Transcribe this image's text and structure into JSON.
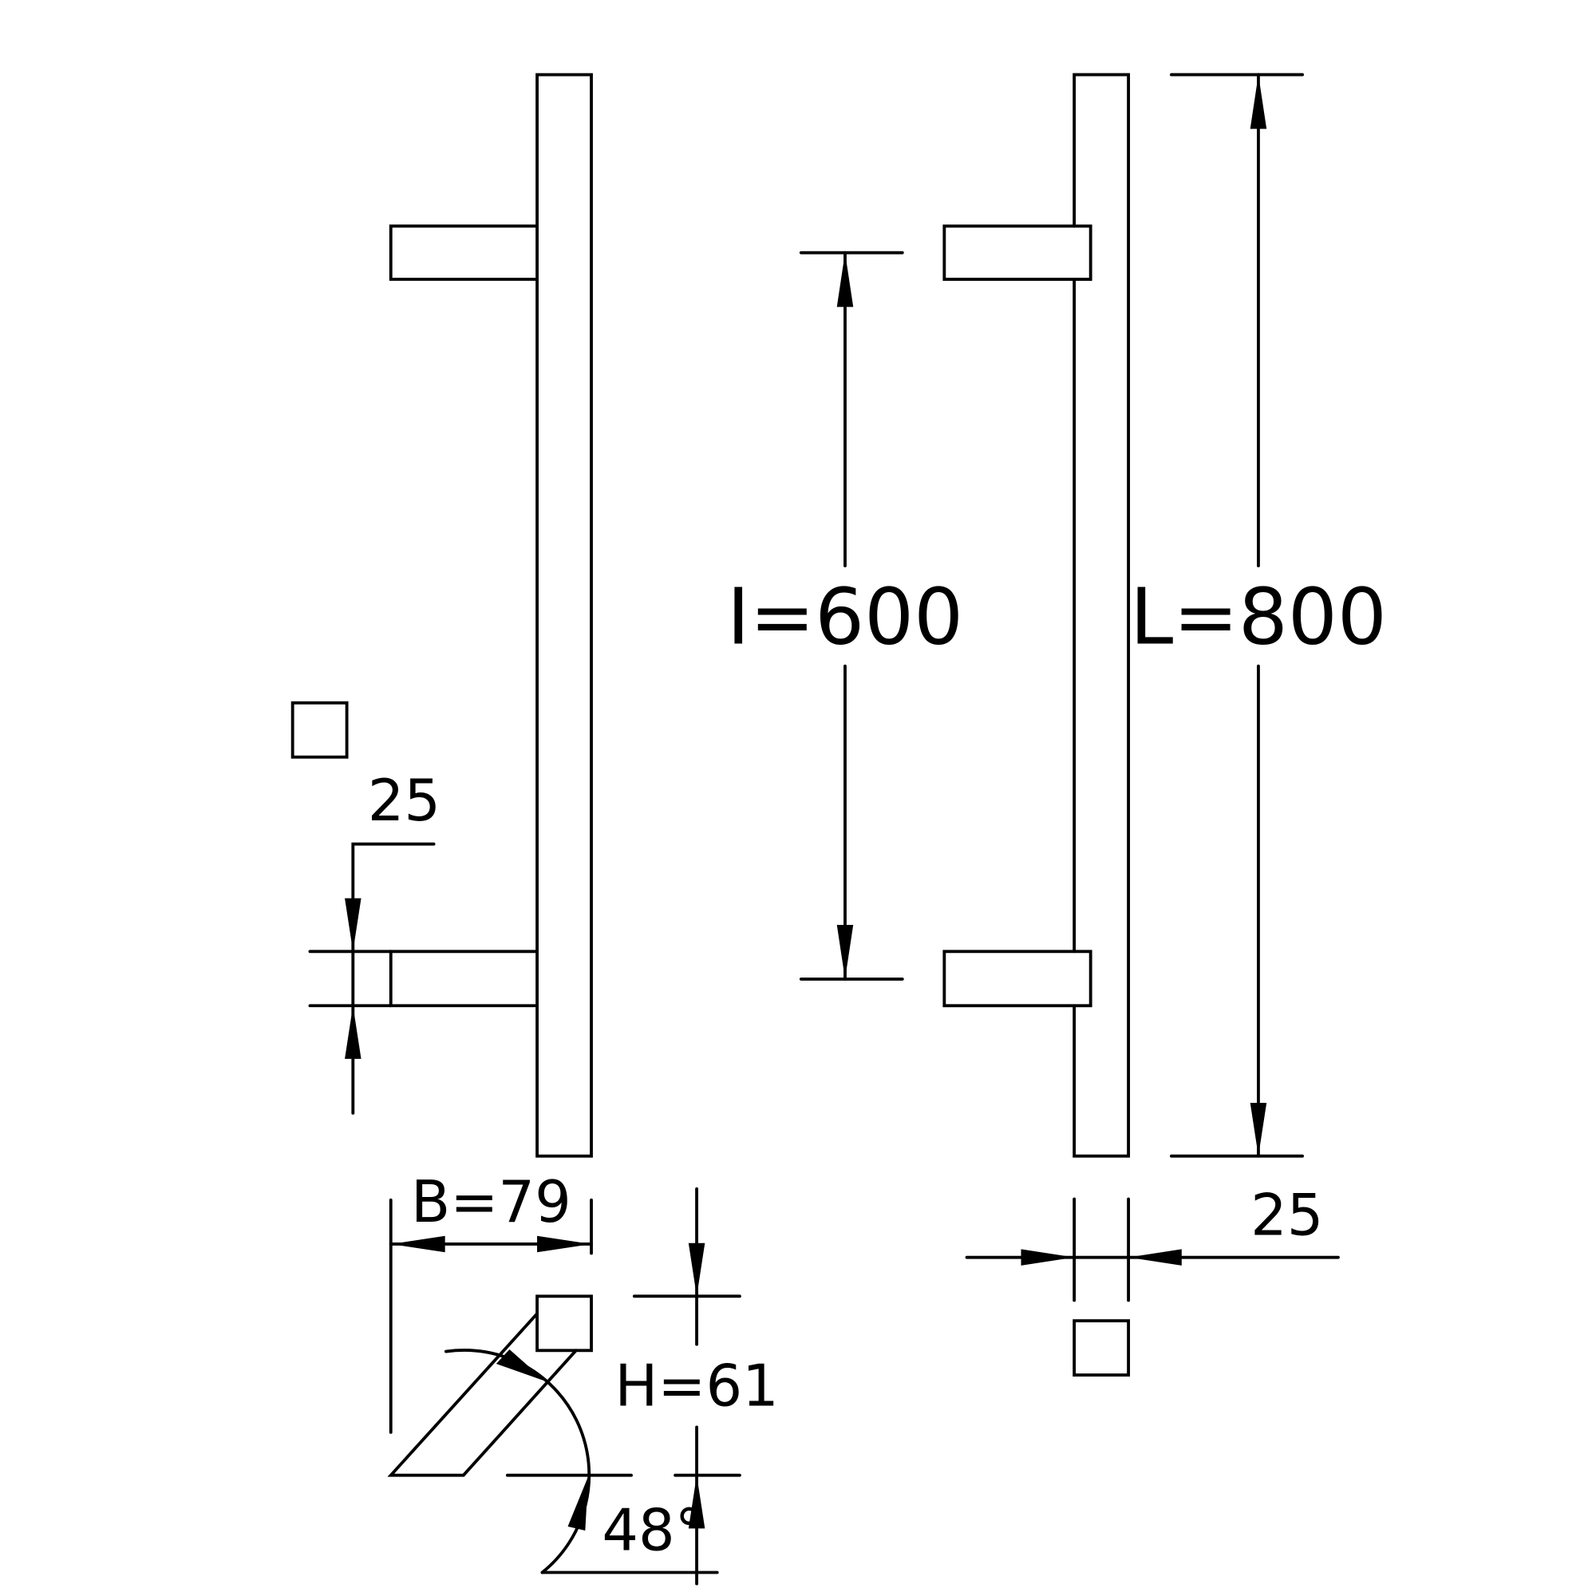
{
  "drawing": {
    "inner_length_label": "I=600",
    "total_length_label": "L=800",
    "leg_section_label": "25",
    "bar_section_label": "25",
    "projection_label": "B=79",
    "height_label": "H=61",
    "angle_label": "48°"
  },
  "colors": {
    "line": "#000000",
    "background": "#ffffff"
  }
}
